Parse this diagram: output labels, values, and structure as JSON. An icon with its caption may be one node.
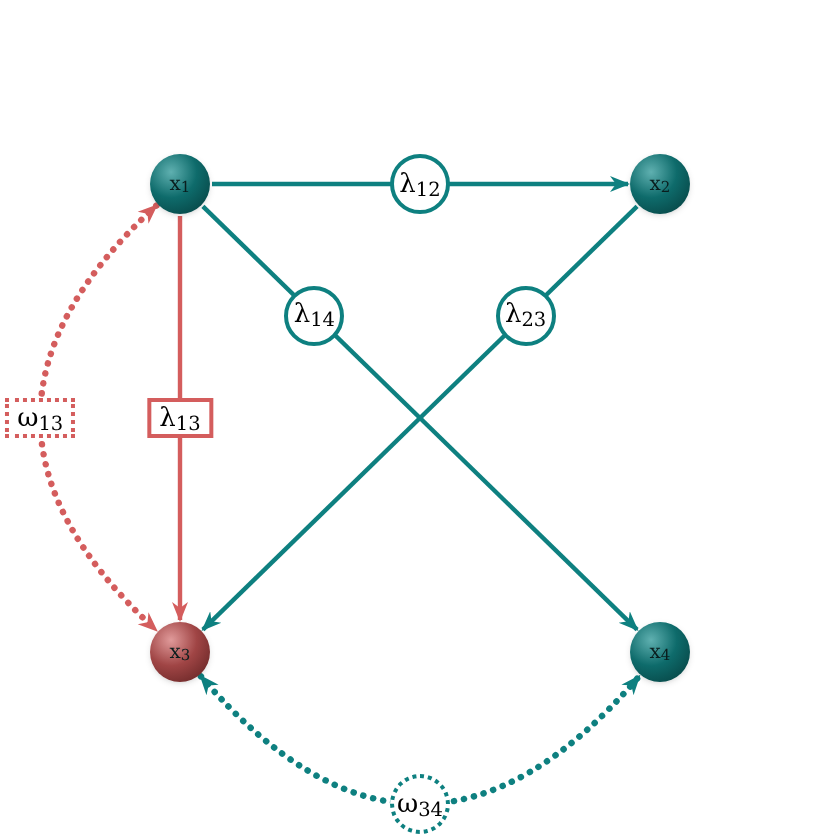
{
  "diagram": {
    "nodes": [
      {
        "text": [
          "x$_{1}$"
        ]
      },
      {
        "text": [
          "x$_{2}$"
        ]
      },
      {
        "text": [
          "x$_{3}$"
        ]
      },
      {
        "text": [
          "x$_{4}$"
        ]
      }
    ],
    "edges": [
      {
        "from": 0,
        "to": 1,
        "arrow": "to",
        "label": "λ$_{12}$"
      },
      {
        "from": 0,
        "to": 3,
        "arrow": "to",
        "label": "λ$_{14}$"
      },
      {
        "from": 1,
        "to": 2,
        "arrow": "to",
        "label": "λ$_{23}$"
      },
      {
        "from": 0,
        "to": 2,
        "arrow": "to",
        "label": "λ$_{13}$",
        "color": "#d45d5d"
      },
      {
        "from": 0,
        "to": 2,
        "arrow": "both",
        "label": "ω$_{13}$",
        "style": "dashed",
        "color": "#d45d5d"
      },
      {
        "from": 2,
        "to": 3,
        "arrow": "both",
        "label": "ω$_{34}$",
        "style": "dashed"
      }
    ]
  }
}
